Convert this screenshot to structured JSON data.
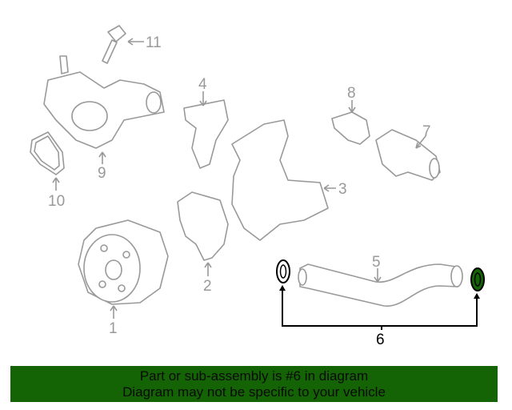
{
  "callouts": {
    "c1": "1",
    "c2": "2",
    "c3": "3",
    "c4": "4",
    "c5": "5",
    "c6": "6",
    "c7": "7",
    "c8": "8",
    "c9": "9",
    "c10": "10",
    "c11": "11"
  },
  "banner": {
    "line1": "Part or sub-assembly is #6 in diagram",
    "line2": "Diagram may not be specific to your vehicle"
  },
  "colors": {
    "highlight": "#146405",
    "banner": "#146405"
  }
}
